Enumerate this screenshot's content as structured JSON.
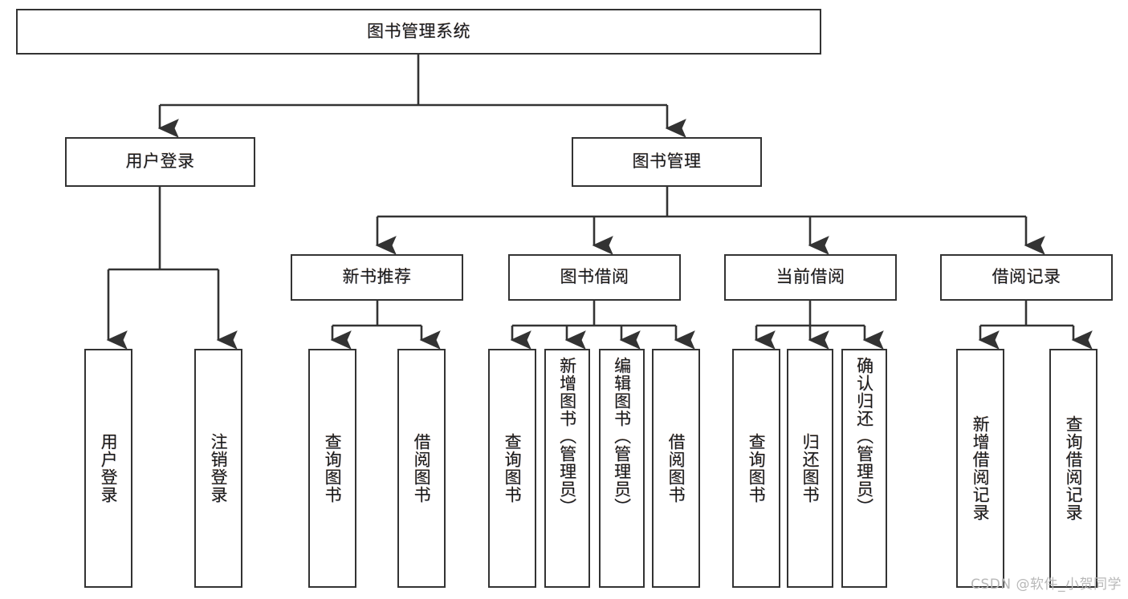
{
  "diagram": {
    "title": "图书管理系统",
    "type": "tree-hierarchy-chart",
    "stroke_color": "#333333",
    "fill_color": "#ffffff",
    "text_color": "#1a1a1a"
  },
  "root": {
    "label": "图书管理系统"
  },
  "level2": [
    {
      "label": "用户登录"
    },
    {
      "label": "图书管理"
    }
  ],
  "level3": [
    {
      "label": "新书推荐"
    },
    {
      "label": "图书借阅"
    },
    {
      "label": "当前借阅"
    },
    {
      "label": "借阅记录"
    }
  ],
  "leaves": {
    "user_login": [
      {
        "label": "用户登录"
      },
      {
        "label": "注销登录"
      }
    ],
    "new_book_recommend": [
      {
        "label": "查询图书"
      },
      {
        "label": "借阅图书"
      }
    ],
    "book_borrow": [
      {
        "label": "查询图书"
      },
      {
        "label": "新增图书（管理员）"
      },
      {
        "label": "编辑图书（管理员）"
      },
      {
        "label": "借阅图书"
      }
    ],
    "current_borrow": [
      {
        "label": "查询图书"
      },
      {
        "label": "归还图书"
      },
      {
        "label": "确认归还（管理员）"
      }
    ],
    "borrow_record": [
      {
        "label": "新增借阅记录"
      },
      {
        "label": "查询借阅记录"
      }
    ]
  },
  "watermark": {
    "text": "CSDN @软件_小贺同学"
  }
}
